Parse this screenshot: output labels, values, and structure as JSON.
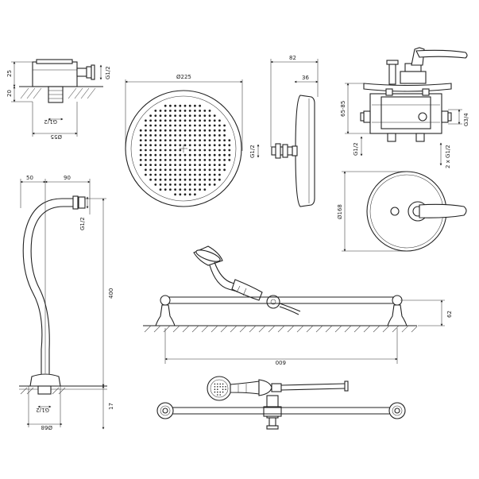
{
  "dimensions": {
    "outlet_top": "25",
    "outlet_bottom": "20",
    "outlet_thread": "G1/2",
    "outlet_inner": "G1/2",
    "outlet_diameter": "Ø55",
    "head_diameter": "Ø225",
    "side_depth": "82",
    "side_rim": "36",
    "side_thread": "G1/2",
    "valve_depth": "65-85",
    "valve_thread_left": "G1/2",
    "valve_thread_right": "G3/4",
    "valve_thread_bottom": "2 x G1/2",
    "plate_diameter": "Ø168",
    "arm_width_a": "50",
    "arm_width_b": "90",
    "arm_thread": "G1/2",
    "arm_height": "400",
    "base_thread": "G1/2",
    "base_height": "17",
    "base_diameter": "Ø68",
    "rail_length": "600",
    "rail_height": "62"
  }
}
